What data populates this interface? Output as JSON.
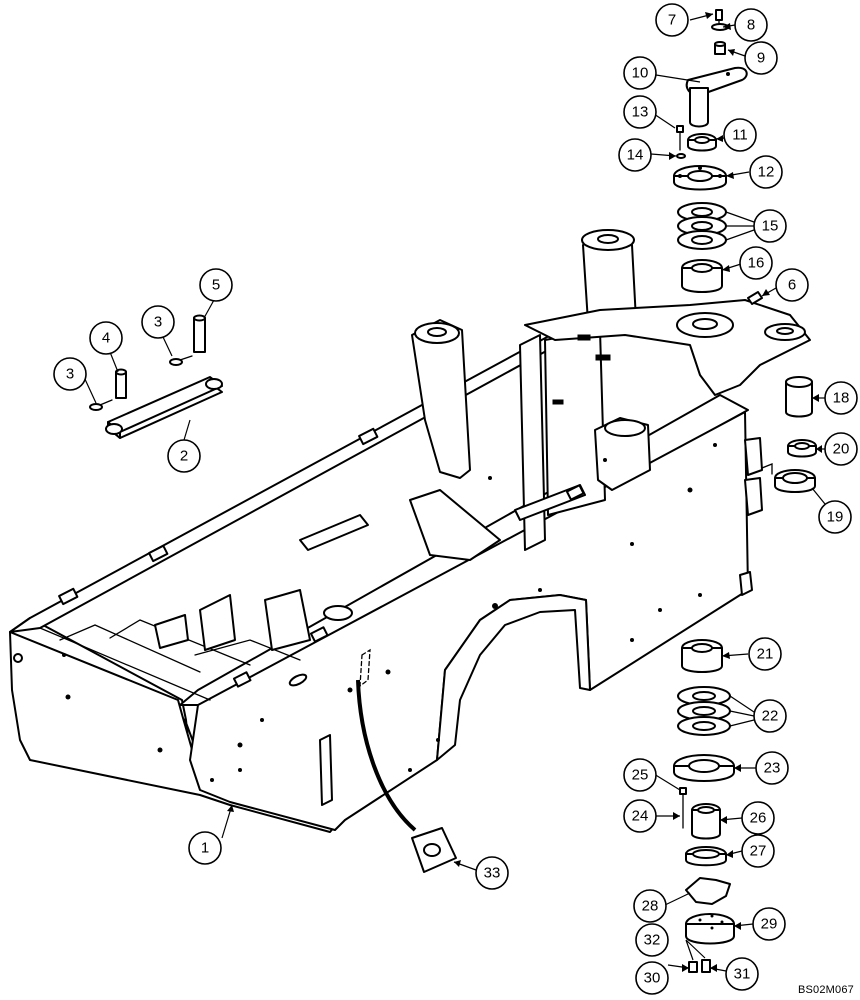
{
  "drawing_code": "BS02M067",
  "callouts": [
    {
      "label": "1"
    },
    {
      "label": "2"
    },
    {
      "label": "3"
    },
    {
      "label": "3"
    },
    {
      "label": "4"
    },
    {
      "label": "5"
    },
    {
      "label": "6"
    },
    {
      "label": "7"
    },
    {
      "label": "8"
    },
    {
      "label": "9"
    },
    {
      "label": "10"
    },
    {
      "label": "11"
    },
    {
      "label": "12"
    },
    {
      "label": "13"
    },
    {
      "label": "14"
    },
    {
      "label": "15"
    },
    {
      "label": "16"
    },
    {
      "label": "18"
    },
    {
      "label": "19"
    },
    {
      "label": "20"
    },
    {
      "label": "21"
    },
    {
      "label": "22"
    },
    {
      "label": "23"
    },
    {
      "label": "24"
    },
    {
      "label": "25"
    },
    {
      "label": "26"
    },
    {
      "label": "27"
    },
    {
      "label": "28"
    },
    {
      "label": "29"
    },
    {
      "label": "30"
    },
    {
      "label": "31"
    },
    {
      "label": "32"
    },
    {
      "label": "33"
    }
  ]
}
